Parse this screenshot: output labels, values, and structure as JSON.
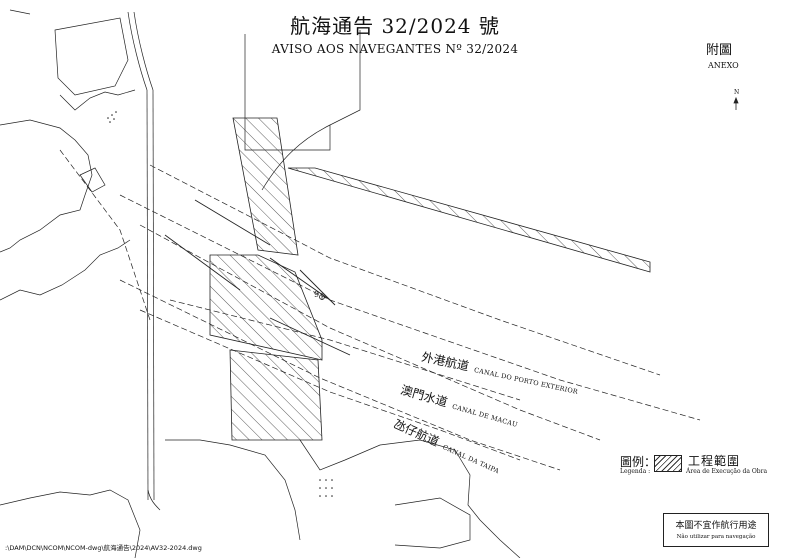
{
  "header": {
    "title_zh": "航海通告 32/2024 號",
    "title_pt": "AVISO AOS NAVEGANTES Nº 32/2024"
  },
  "annex": {
    "label_zh": "附圖",
    "label_pt": "ANEXO"
  },
  "north_arrow": {
    "label": "N",
    "icon": "north-arrow-icon"
  },
  "channels": [
    {
      "zh": "外港航道",
      "pt": "CANAL DO PORTO EXTERIOR"
    },
    {
      "zh": "澳門水道",
      "pt": "CANAL DE MACAU"
    },
    {
      "zh": "氹仔航道",
      "pt": "CANAL DA TAIPA"
    }
  ],
  "buoy": {
    "label": "9"
  },
  "legend": {
    "title_zh": "圖例：",
    "title_pt": "Legenda :",
    "item_zh": "工程範圍",
    "item_pt": "Área de Execução da Obra",
    "pattern": "diagonal-hatch"
  },
  "notice": {
    "zh": "本圖不宜作航行用途",
    "pt": "Não utilizar para navegação"
  },
  "file_path": ":\\DAM\\DCN\\NCOM\\NCOM-dwg\\航海通告\\2024\\AV32-2024.dwg",
  "colors": {
    "ink": "#111111",
    "paper": "#ffffff",
    "hatch": "#333333"
  }
}
